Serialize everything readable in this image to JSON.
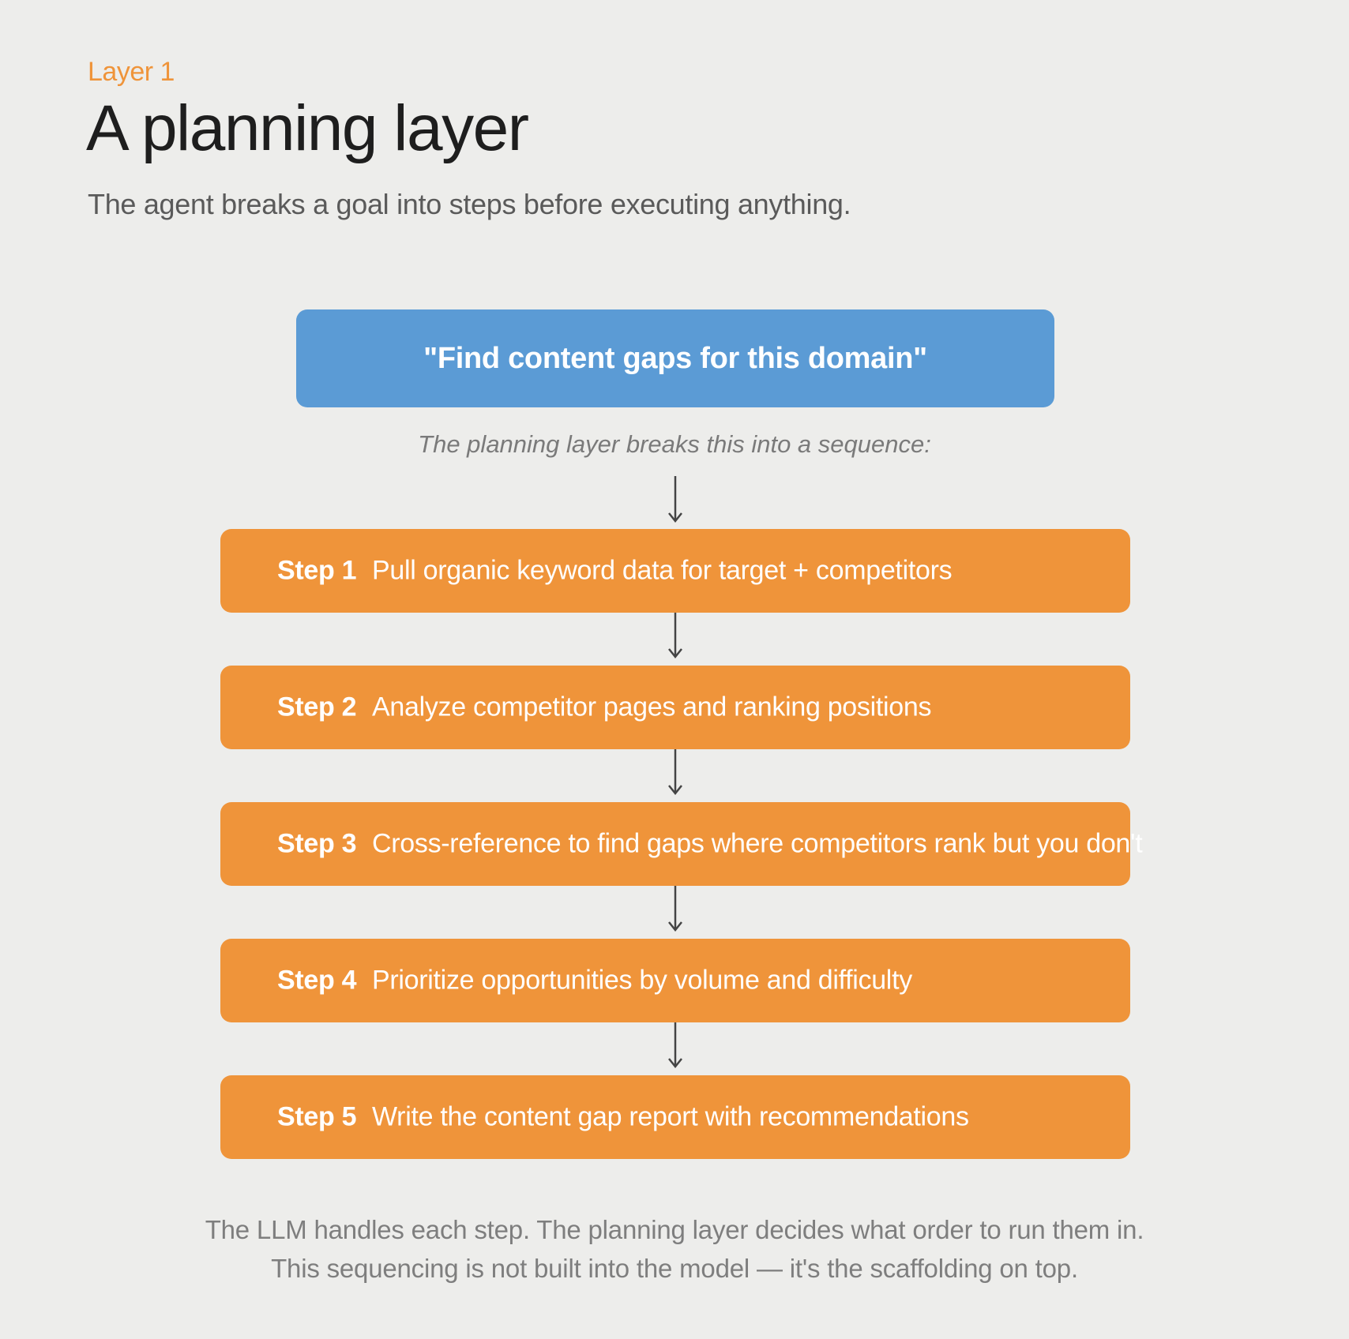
{
  "header": {
    "eyebrow": "Layer 1",
    "title": "A planning layer",
    "subtitle": "The agent breaks a goal into steps before executing anything."
  },
  "goal": {
    "text": "\"Find content gaps for this domain\""
  },
  "caption": "The planning layer breaks this into a sequence:",
  "steps": [
    {
      "label": "Step 1",
      "text": "Pull organic keyword data for target + competitors"
    },
    {
      "label": "Step 2",
      "text": "Analyze competitor pages and ranking positions"
    },
    {
      "label": "Step 3",
      "text": "Cross-reference to find gaps where competitors rank but you don't"
    },
    {
      "label": "Step 4",
      "text": "Prioritize opportunities by volume and difficulty"
    },
    {
      "label": "Step 5",
      "text": "Write the content gap report with recommendations"
    }
  ],
  "footer": {
    "line1": "The LLM handles each step. The planning layer decides what order to run them in.",
    "line2": "This sequencing is not built into the model — it's the scaffolding on top."
  },
  "colors": {
    "background": "#EDEDEB",
    "accent_orange": "#EF943A",
    "goal_blue": "#5B9BD5",
    "title_text": "#1E1E1E",
    "arrow": "#444444"
  }
}
